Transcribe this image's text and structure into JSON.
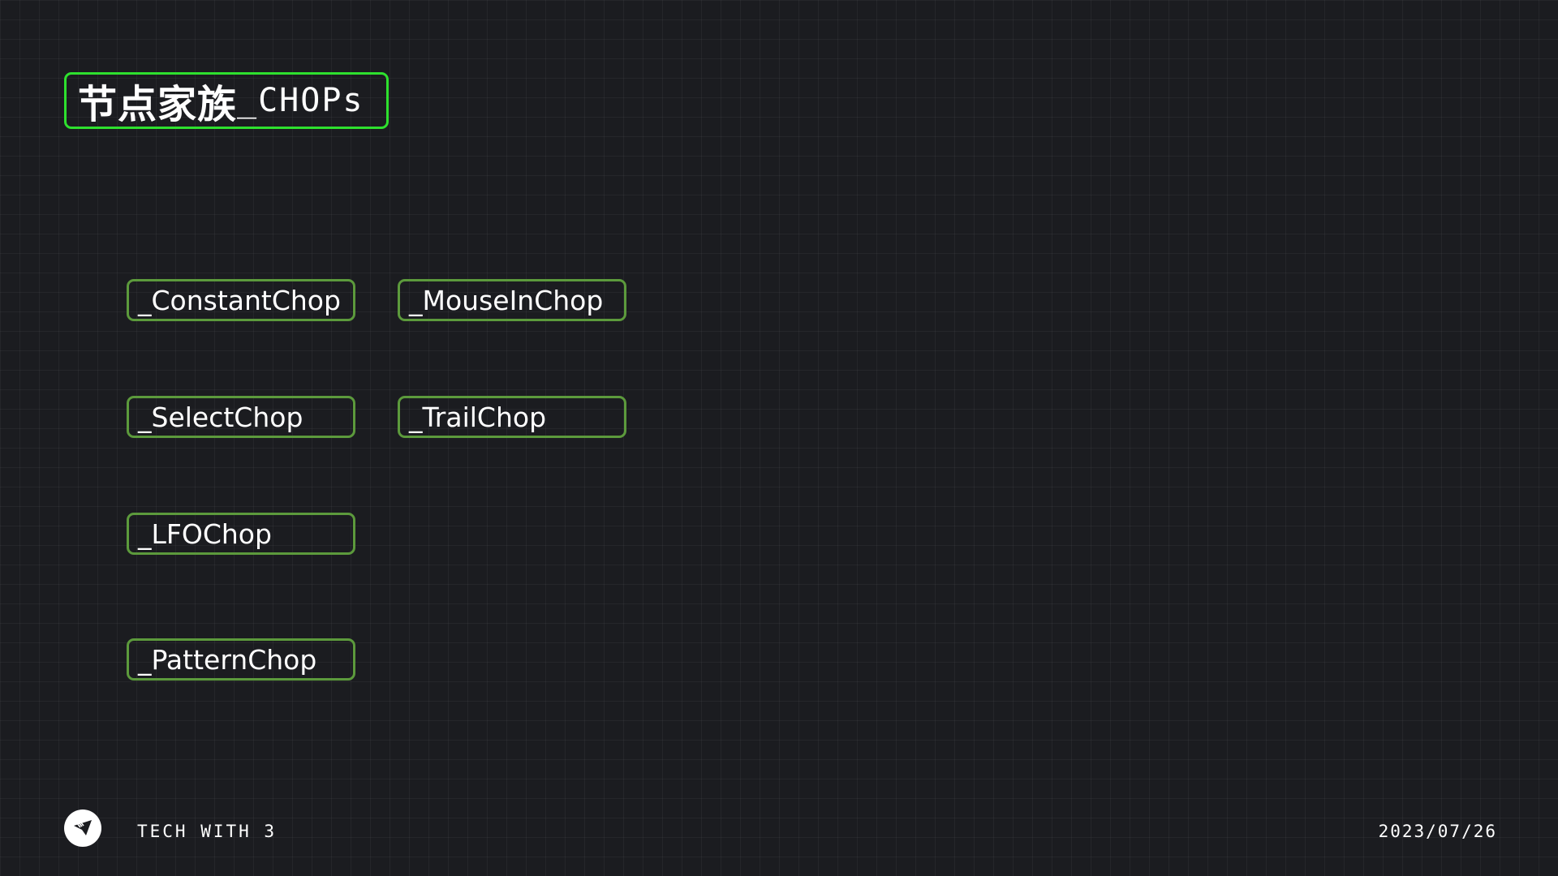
{
  "title": {
    "cn": "节点家族",
    "en": "_CHOPs"
  },
  "nodes": [
    {
      "label": "_ConstantChop"
    },
    {
      "label": "_MouseInChop"
    },
    {
      "label": "_SelectChop"
    },
    {
      "label": "_TrailChop"
    },
    {
      "label": "_LFOChop"
    },
    {
      "label": "_PatternChop"
    }
  ],
  "footer": {
    "brand": "TECH WITH 3",
    "date": "2023/07/26",
    "logo_icon": "paper-plane-icon"
  },
  "colors": {
    "background": "#1b1c20",
    "title_border": "#2ee02e",
    "node_border": "#5c9a3c",
    "text": "#ffffff"
  }
}
